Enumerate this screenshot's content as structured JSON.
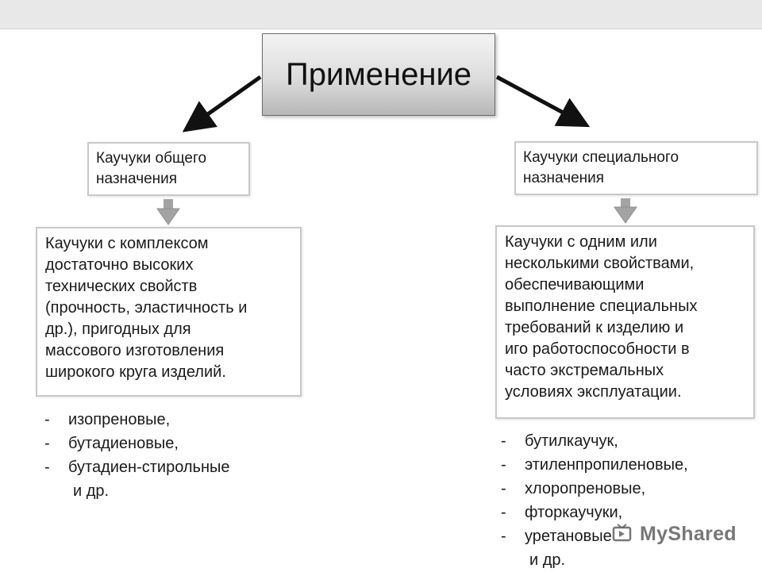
{
  "title": "Применение",
  "left": {
    "category": [
      "Каучуки общего",
      "назначения"
    ],
    "description": [
      "Каучуки с комплексом",
      "достаточно высоких",
      "технических свойств",
      "(прочность, эластичность и",
      "др.), пригодных для",
      "массового изготовления",
      "широкого круга изделий."
    ],
    "items": [
      "изопреновые,",
      "бутадиеновые,",
      "бутадиен-стирольные"
    ],
    "tail": "и др."
  },
  "right": {
    "category": [
      "Каучуки специального",
      "назначения"
    ],
    "description": [
      "Каучуки с одним или",
      "несколькими свойствами,",
      "обеспечивающими",
      "выполнение специальных",
      "требований к изделию и",
      "иго работоспособности в",
      "часто экстремальных",
      "условиях эксплуатации."
    ],
    "items": [
      "бутилкаучук,",
      "этиленпропиленовые,",
      "хлоропреновые,",
      "фторкаучуки,",
      "уретановые"
    ],
    "tail": "и др."
  },
  "bullet": "-",
  "watermark": "MyShared",
  "colors": {
    "title_gradient_top": "#f4f4f4",
    "title_gradient_bottom": "#b7b7b7",
    "box_border": "#c9c9c9",
    "down_arrow": "#9a9a9a",
    "diagonal_arrow": "#111111",
    "topbar": "#e8e8e8"
  },
  "icons": [
    "arrow-down-left-icon",
    "arrow-down-right-icon",
    "arrow-down-icon",
    "mypresentation-logo-icon"
  ]
}
